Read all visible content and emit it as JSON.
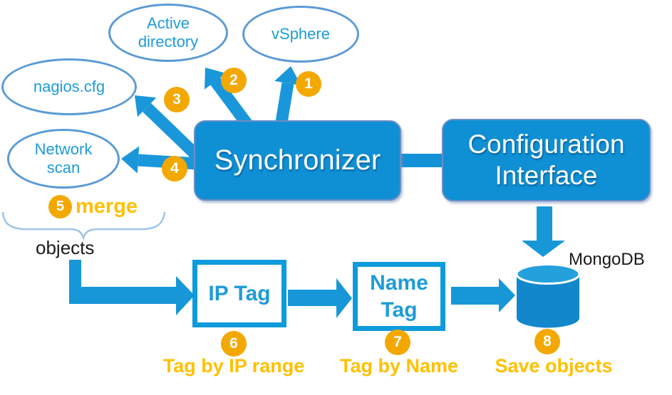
{
  "colors": {
    "primary_blue": "#0F8FD4",
    "arrow_blue": "#1A97DA",
    "ellipse_stroke": "#5B9BD5",
    "label_blue": "#1E9CD8",
    "badge_gold": "#F3A800",
    "caption_gold": "#FFC000",
    "mongodb_body": "#1287CC"
  },
  "sources": {
    "active_directory": {
      "line1": "Active",
      "line2": "directory"
    },
    "vsphere": {
      "label": "vSphere"
    },
    "nagios": {
      "label": "nagios.cfg"
    },
    "network_scan": {
      "line1": "Network",
      "line2": "scan"
    }
  },
  "components": {
    "synchronizer": {
      "label": "Synchronizer"
    },
    "configuration_interface": {
      "line1": "Configuration",
      "line2": "Interface"
    },
    "ip_tag": {
      "label": "IP Tag"
    },
    "name_tag": {
      "line1": "Name",
      "line2": "Tag"
    },
    "mongodb": {
      "label": "MongoDB"
    }
  },
  "badges": [
    "1",
    "2",
    "3",
    "4",
    "5",
    "6",
    "7",
    "8"
  ],
  "annotations": {
    "merge": "merge",
    "objects": "objects",
    "tag_by_ip_range": "Tag by IP range",
    "tag_by_name": "Tag by Name",
    "save_objects": "Save objects"
  }
}
